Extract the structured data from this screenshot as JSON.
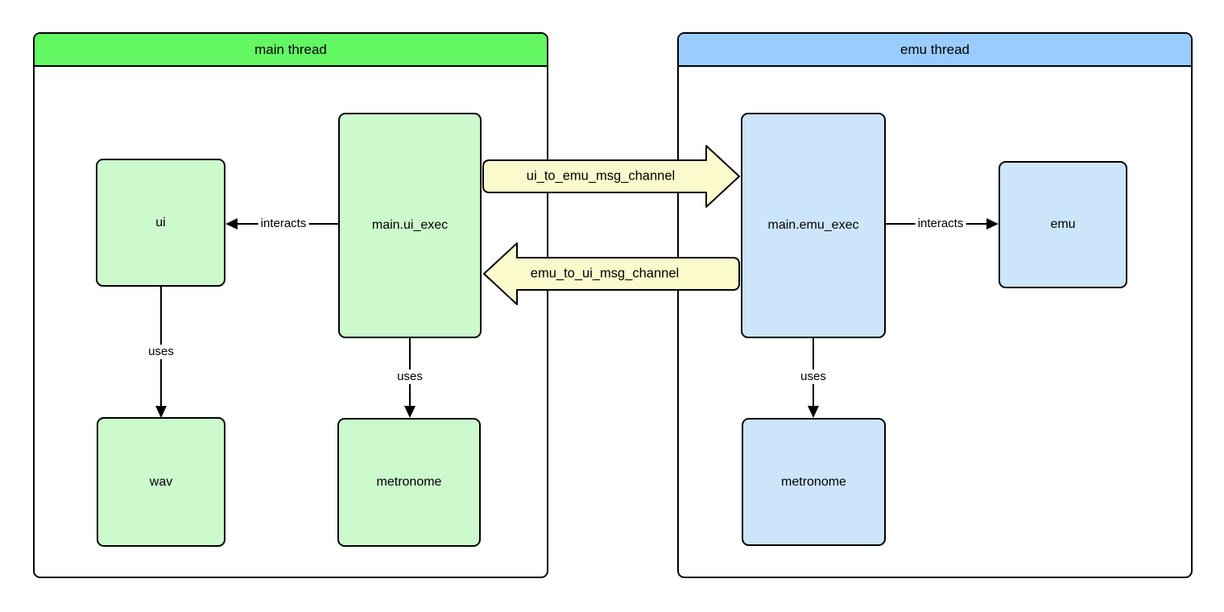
{
  "diagram": {
    "background_color": "#FFFFFF",
    "border_color": "#000000",
    "containers": [
      {
        "name": "main-thread",
        "title": "main thread",
        "header_color": "#63F763",
        "body_color": "#FFFFFF"
      },
      {
        "name": "emu-thread",
        "title": "emu thread",
        "header_color": "#99CCFF",
        "body_color": "#FFFFFF"
      }
    ],
    "nodes": [
      {
        "name": "ui",
        "label": "ui",
        "fill": "#CCFACC",
        "thread": "main thread"
      },
      {
        "name": "main-ui-exec",
        "label": "main.ui_exec",
        "fill": "#CCFACC",
        "thread": "main thread"
      },
      {
        "name": "wav",
        "label": "wav",
        "fill": "#CCFACC",
        "thread": "main thread"
      },
      {
        "name": "metronome-main",
        "label": "metronome",
        "fill": "#CCFACC",
        "thread": "main thread"
      },
      {
        "name": "main-emu-exec",
        "label": "main.emu_exec",
        "fill": "#CCE5FB",
        "thread": "emu thread"
      },
      {
        "name": "emu",
        "label": "emu",
        "fill": "#CCE5FB",
        "thread": "emu thread"
      },
      {
        "name": "metronome-emu",
        "label": "metronome",
        "fill": "#CCE5FB",
        "thread": "emu thread"
      }
    ],
    "edges": [
      {
        "name": "main-ui-exec-to-ui",
        "label": "interacts",
        "from": "main.ui_exec",
        "to": "ui",
        "direction": "left"
      },
      {
        "name": "ui-to-wav",
        "label": "uses",
        "from": "ui",
        "to": "wav",
        "direction": "down"
      },
      {
        "name": "main-ui-exec-to-metronome",
        "label": "uses",
        "from": "main.ui_exec",
        "to": "metronome",
        "direction": "down"
      },
      {
        "name": "main-emu-exec-to-emu",
        "label": "interacts",
        "from": "main.emu_exec",
        "to": "emu",
        "direction": "right"
      },
      {
        "name": "main-emu-exec-to-metronome",
        "label": "uses",
        "from": "main.emu_exec",
        "to": "metronome",
        "direction": "down"
      }
    ],
    "channels": [
      {
        "name": "ui-to-emu-channel",
        "label": "ui_to_emu_msg_channel",
        "from": "main.ui_exec",
        "to": "main.emu_exec",
        "direction": "right",
        "fill": "#FAFACD"
      },
      {
        "name": "emu-to-ui-channel",
        "label": "emu_to_ui_msg_channel",
        "from": "main.emu_exec",
        "to": "main.ui_exec",
        "direction": "left",
        "fill": "#FAFACD"
      }
    ]
  }
}
